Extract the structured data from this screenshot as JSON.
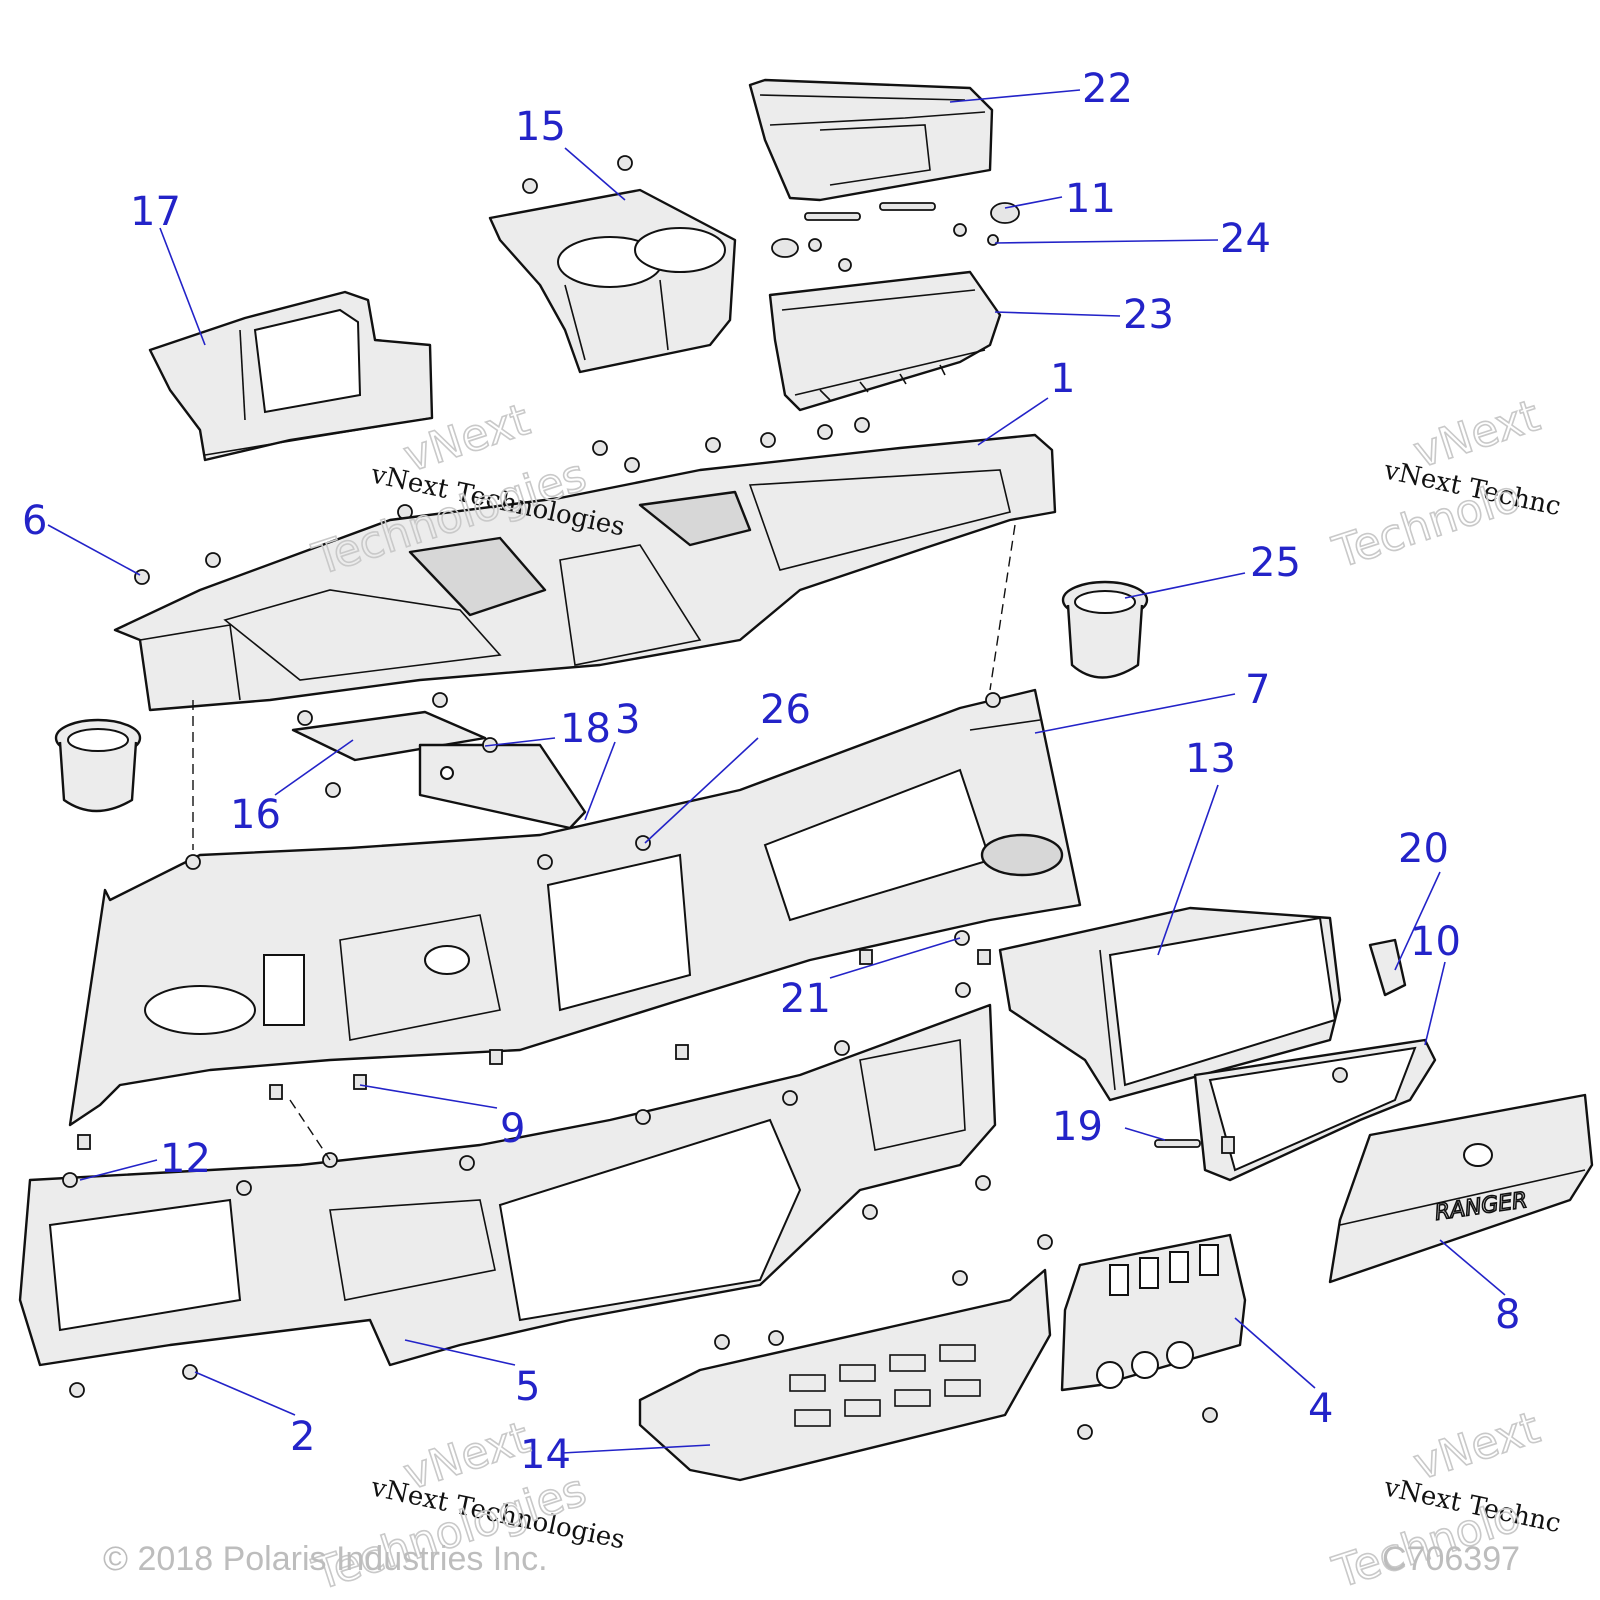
{
  "callouts": [
    {
      "id": "1",
      "label": "1"
    },
    {
      "id": "2",
      "label": "2"
    },
    {
      "id": "3",
      "label": "3"
    },
    {
      "id": "4",
      "label": "4"
    },
    {
      "id": "5",
      "label": "5"
    },
    {
      "id": "6",
      "label": "6"
    },
    {
      "id": "7",
      "label": "7"
    },
    {
      "id": "8",
      "label": "8"
    },
    {
      "id": "9",
      "label": "9"
    },
    {
      "id": "10",
      "label": "10"
    },
    {
      "id": "11",
      "label": "11"
    },
    {
      "id": "12",
      "label": "12"
    },
    {
      "id": "13",
      "label": "13"
    },
    {
      "id": "14",
      "label": "14"
    },
    {
      "id": "15",
      "label": "15"
    },
    {
      "id": "16",
      "label": "16"
    },
    {
      "id": "17",
      "label": "17"
    },
    {
      "id": "18",
      "label": "18"
    },
    {
      "id": "19",
      "label": "19"
    },
    {
      "id": "20",
      "label": "20"
    },
    {
      "id": "21",
      "label": "21"
    },
    {
      "id": "22",
      "label": "22"
    },
    {
      "id": "23",
      "label": "23"
    },
    {
      "id": "24",
      "label": "24"
    },
    {
      "id": "25",
      "label": "25"
    },
    {
      "id": "26",
      "label": "26"
    }
  ],
  "watermark": {
    "text": "vNext Technologies",
    "line1": "vNext",
    "line2": "Technologies",
    "partial_text": "vNext Technc",
    "partial_line2": "Technolo"
  },
  "part_marking": "RANGER",
  "footer": {
    "copyright": "© 2018 Polaris Industries Inc.",
    "diagram_code": "C706397"
  },
  "colors": {
    "callout": "#2323c8",
    "line_art": "#111111",
    "part_fill": "#ececec",
    "footer_gray": "#bdbdbd"
  }
}
